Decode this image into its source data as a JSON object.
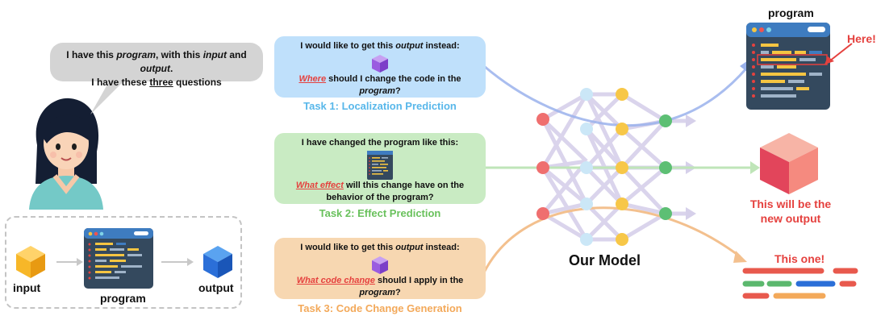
{
  "speech": {
    "line1_a": "I have this ",
    "line1_b": "program",
    "line1_c": ", with this ",
    "line1_d": "input",
    "line1_e": " and ",
    "line1_f": "output",
    "line1_g": ".",
    "line2_a": "I have these ",
    "line2_b": "three",
    "line2_c": " questions"
  },
  "io": {
    "input_label": "input",
    "program_label": "program",
    "output_label": "output"
  },
  "task1": {
    "top_a": "I would like to get this ",
    "top_b": "output",
    "top_c": " instead:",
    "q_red": "Where",
    "q_rest": " should I change the code in the",
    "q_end": "program",
    "q_mark": "?",
    "title": "Task 1: Localization Prediction",
    "color": "#58b7ea"
  },
  "task2": {
    "top": "I have changed the program like this:",
    "q_red": "What effect",
    "q_rest": " will this change have on the",
    "q_line2": "behavior of the program?",
    "title": "Task 2: Effect Prediction",
    "color": "#69c15c"
  },
  "task3": {
    "top_a": "I would like to get this ",
    "top_b": "output",
    "top_c": " instead:",
    "q_red": "What code change",
    "q_rest": " should I apply in the",
    "q_end": "program",
    "q_mark": "?",
    "title": "Task 3: Code Change Generation",
    "color": "#f3a95a"
  },
  "model": {
    "label": "Our Model"
  },
  "right": {
    "program_label": "program",
    "here": "Here!",
    "new_output_line1": "This will be the",
    "new_output_line2": "new output",
    "this_one": "This one!",
    "accent": "#e5413e"
  }
}
